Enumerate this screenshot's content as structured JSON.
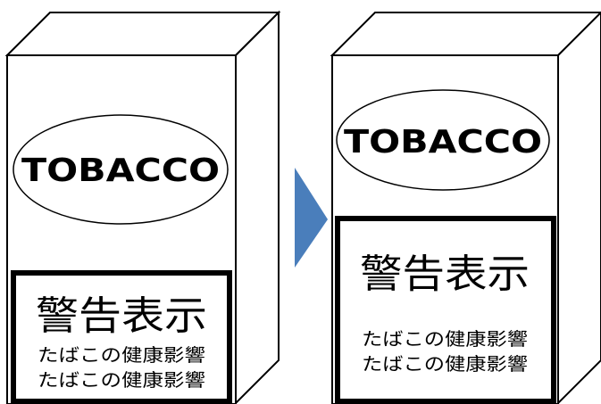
{
  "before_pack": {
    "logo_text": "TOBACCO",
    "warning_title": "警告表示",
    "warning_lines": [
      "たばこの健康影響",
      "たばこの健康影響"
    ]
  },
  "after_pack": {
    "logo_text": "TOBACCO",
    "warning_title": "警告表示",
    "warning_lines": [
      "たばこの健康影響",
      "たばこの健康影響"
    ]
  },
  "colors": {
    "arrow": "#4A7EBB",
    "stroke": "#000000",
    "background": "#FFFFFF"
  }
}
